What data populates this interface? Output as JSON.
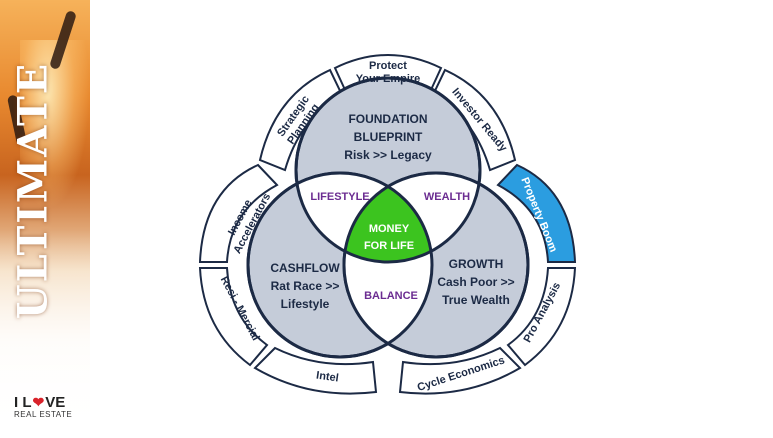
{
  "sidebar": {
    "title": "ULTIMATE"
  },
  "logo": {
    "line1_a": "I L",
    "line1_b": "VE",
    "line2": "REAL ESTATE"
  },
  "venn": {
    "top": [
      "FOUNDATION",
      "BLUEPRINT",
      "Risk >> Legacy"
    ],
    "left": [
      "CASHFLOW",
      "Rat Race >>",
      "Lifestyle"
    ],
    "right": [
      "GROWTH",
      "Cash Poor >>",
      "True Wealth"
    ],
    "overlap_top_left": "LIFESTYLE",
    "overlap_top_right": "WEALTH",
    "overlap_bottom": "BALANCE",
    "center": [
      "MONEY",
      "FOR LIFE"
    ]
  },
  "segments": {
    "protect": [
      "Protect",
      "Your Empire"
    ],
    "investor_ready": "Investor Ready",
    "property_boom": "Property Boom",
    "pro_analysis": "Pro Analysis",
    "cycle_economics": "Cycle Economics",
    "intel": "Intel",
    "resi_mercial": "Resi - Mercial",
    "income_accelerators": [
      "Income",
      "Accelerators"
    ],
    "strategic_planning": [
      "Strategic",
      "Planning"
    ]
  },
  "colors": {
    "circle_fill": "#c5ccd9",
    "outline": "#1c2a45",
    "overlap_fill": "#ffffff",
    "center_fill": "#3cc41f",
    "highlight_segment": "#2b9de0",
    "overlap_text": "#6b2c91"
  }
}
